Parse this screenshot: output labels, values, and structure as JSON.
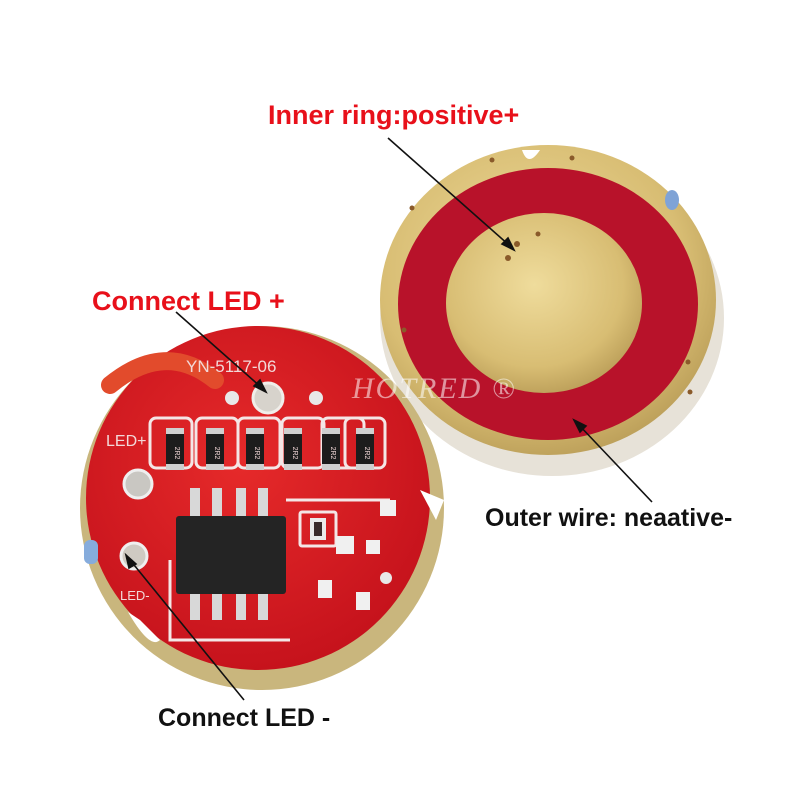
{
  "labels": {
    "inner_ring": "Inner ring:positive+",
    "connect_led_pos": "Connect LED +",
    "outer_wire": "Outer wire: neaative-",
    "connect_led_neg": "Connect LED -"
  },
  "watermark": "HOTRED ®",
  "board_text": {
    "model": "YN-5117-06",
    "led_pos": "LED+",
    "led_neg": "LED-",
    "resistor": "2R2"
  },
  "colors": {
    "pcb_red": "#d4161e",
    "gold": "#d9bf76",
    "ring_red": "#b8122a",
    "label_red": "#e8101a",
    "label_black": "#111111"
  }
}
